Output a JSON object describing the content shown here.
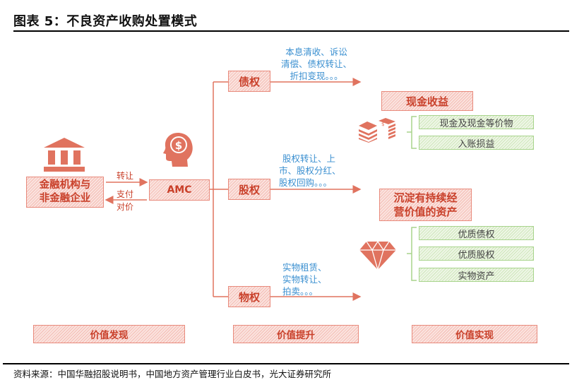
{
  "header": {
    "title": "图表 5：不良资产收购处置模式"
  },
  "left": {
    "institution_label": "金融机构与\n非金融企业",
    "institution_line1": "金融机构与",
    "institution_line2": "非金融企业",
    "amc_label": "AMC",
    "arrow_forward_label": "转让",
    "arrow_back_label_1": "支付",
    "arrow_back_label_2": "对价",
    "icons": [
      "bank-icon",
      "head-dollar-icon"
    ]
  },
  "middle": {
    "branches": [
      {
        "label": "债权",
        "methods": [
          "本息清收、诉讼",
          "清偿、债权转让、",
          "折扣变现。。。"
        ]
      },
      {
        "label": "股权",
        "methods": [
          "股权转让、上",
          "市、股权分红、",
          "股权回购。。。"
        ]
      },
      {
        "label": "物权",
        "methods": [
          "实物租赁、",
          "实物转让、",
          "拍卖。。。"
        ]
      }
    ]
  },
  "right": {
    "groups": [
      {
        "title": "现金收益",
        "icon": "money-stack-icon",
        "items": [
          "现金及现金等价物",
          "入账损益"
        ]
      },
      {
        "title_line1": "沉淀有持续经",
        "title_line2": "营价值的资产",
        "icon": "diamond-icon",
        "items": [
          "优质债权",
          "优质股权",
          "实物资产"
        ]
      }
    ]
  },
  "stages": [
    "价值发现",
    "价值提升",
    "价值实现"
  ],
  "footer": {
    "source": "资料来源：中国华融招股说明书，中国地方资产管理行业白皮书，光大证券研究所"
  },
  "colors": {
    "accent_red": "#e0735f",
    "text_red": "#c9402a",
    "method_blue": "#3a8fd0",
    "green_border": "#a8d48c"
  }
}
